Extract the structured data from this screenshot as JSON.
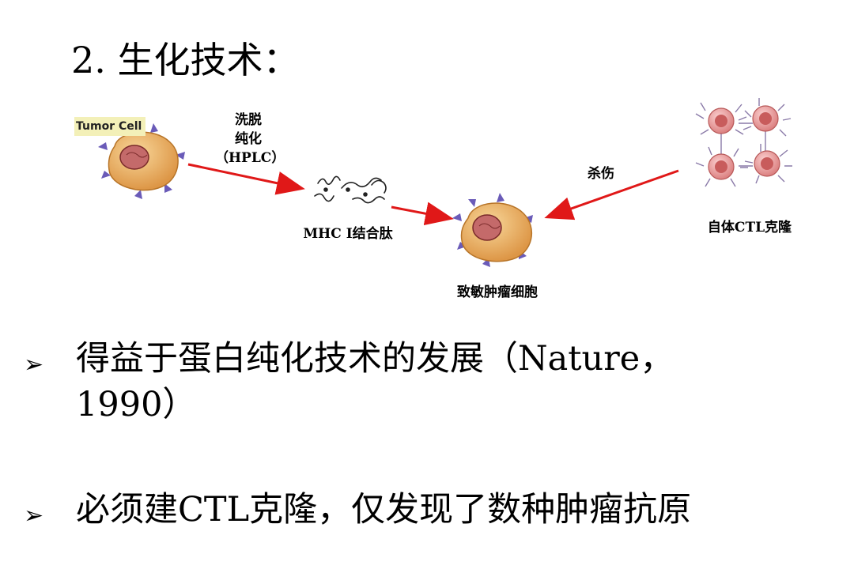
{
  "title": "2. 生化技术：",
  "diagram": {
    "tumor_cell_label": "Tumor Cell",
    "step1_line1": "洗脱",
    "step1_line2": "纯化",
    "step1_line3": "（HPLC）",
    "peptide_label": "MHC I结合肽",
    "sensitized_label": "致敏肿瘤细胞",
    "kill_label": "杀伤",
    "ctl_label": "自体CTL克隆",
    "arrow_color": "#e01818",
    "cell_fill": "#f0b060",
    "nucleus_fill": "#c46a6a",
    "ctl_fill": "#e89494"
  },
  "bullets": [
    {
      "line1": "得益于蛋白纯化技术的发展（Nature，",
      "line2": "1990）"
    },
    {
      "line1": "必须建CTL克隆，仅发现了数种肿瘤抗原",
      "line2": ""
    }
  ],
  "bullet_icon": "arrow-bullet-icon"
}
